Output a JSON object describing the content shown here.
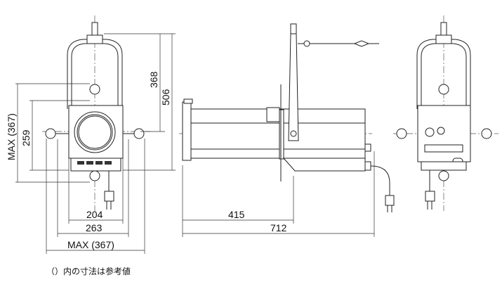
{
  "dimensions": {
    "front_height_to_center": "368",
    "front_total_height": "506",
    "front_body_height": "259",
    "front_max_height": "MAX (367)",
    "front_body_width": "204",
    "front_width": "263",
    "front_max_width": "MAX (367)",
    "side_to_yoke": "415",
    "side_total_length": "712"
  },
  "caption": "（）内の寸法は参考値"
}
